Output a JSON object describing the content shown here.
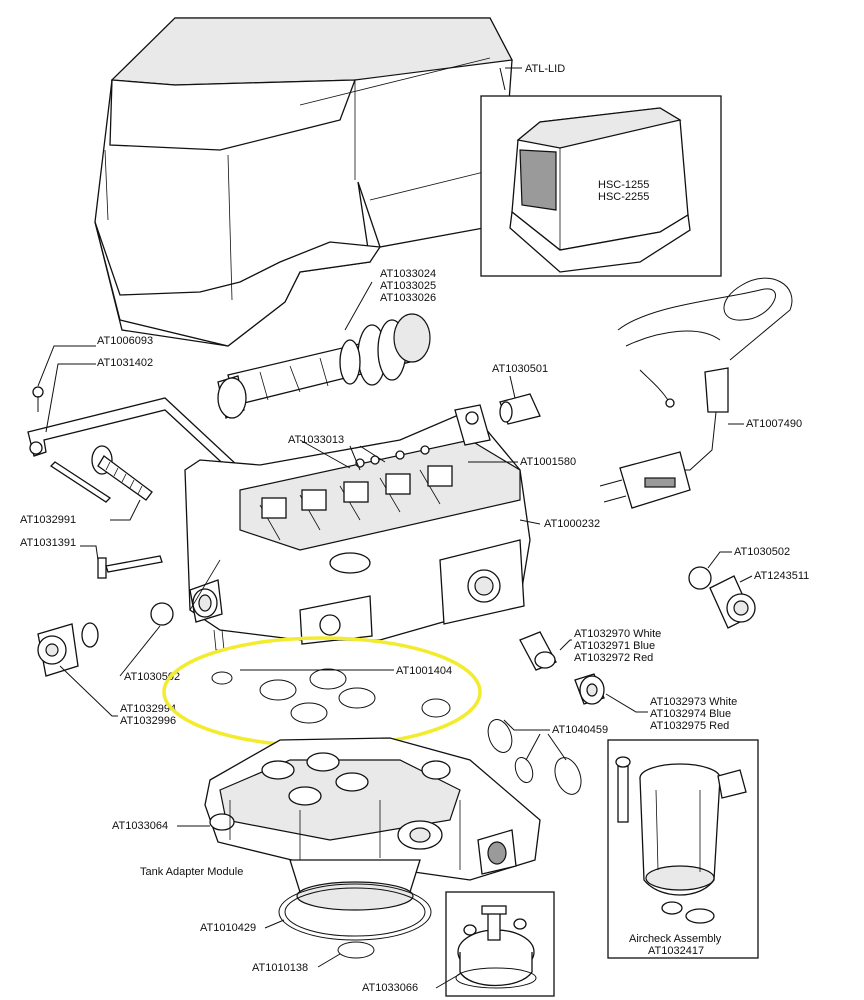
{
  "labels": {
    "atl_lid": "ATL-LID",
    "hsc_1255": "HSC-1255",
    "hsc_2255": "HSC-2255",
    "at1033024": "AT1033024",
    "at1033025": "AT1033025",
    "at1033026": "AT1033026",
    "at1006093": "AT1006093",
    "at1031402": "AT1031402",
    "at1030501": "AT1030501",
    "at1007490": "AT1007490",
    "at1033013": "AT1033013",
    "at1001580": "AT1001580",
    "at1032991": "AT1032991",
    "at1000232": "AT1000232",
    "at1031391": "AT1031391",
    "at1030502_right": "AT1030502",
    "at1243511": "AT1243511",
    "at1032970": "AT1032970  White",
    "at1032971": "AT1032971  Blue",
    "at1032972": "AT1032972  Red",
    "at1030502_left": "AT1030502",
    "at1001404": "AT1001404",
    "at1032994": "AT1032994",
    "at1032996": "AT1032996",
    "at1032973": "AT1032973  White",
    "at1032974": "AT1032974  Blue",
    "at1032975": "AT1032975  Red",
    "at1040459": "AT1040459",
    "at1033064": "AT1033064",
    "tank_adapter_module": "Tank Adapter Module",
    "at1010429": "AT1010429",
    "at1010138": "AT1010138",
    "at1033066": "AT1033066",
    "aircheck_assembly": "Aircheck Assembly",
    "at1032417": "AT1032417"
  },
  "colors": {
    "highlight": "#f3ec2e",
    "line": "#111111"
  }
}
